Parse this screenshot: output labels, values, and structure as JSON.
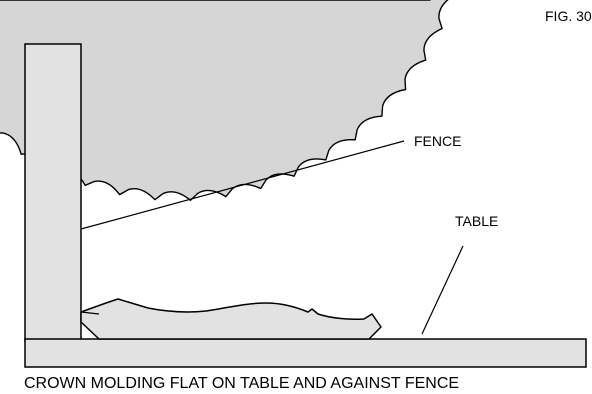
{
  "figure_number": "FIG. 30",
  "labels": {
    "fence": "FENCE",
    "table": "TABLE"
  },
  "caption": "CROWN MOLDING FLAT ON TABLE AND AGAINST FENCE",
  "colors": {
    "blade_fill": "#d6d6d6",
    "fence_fill": "#e2e2e2",
    "table_fill": "#e2e2e2",
    "molding_fill": "#e2e2e2",
    "line": "#000000"
  }
}
